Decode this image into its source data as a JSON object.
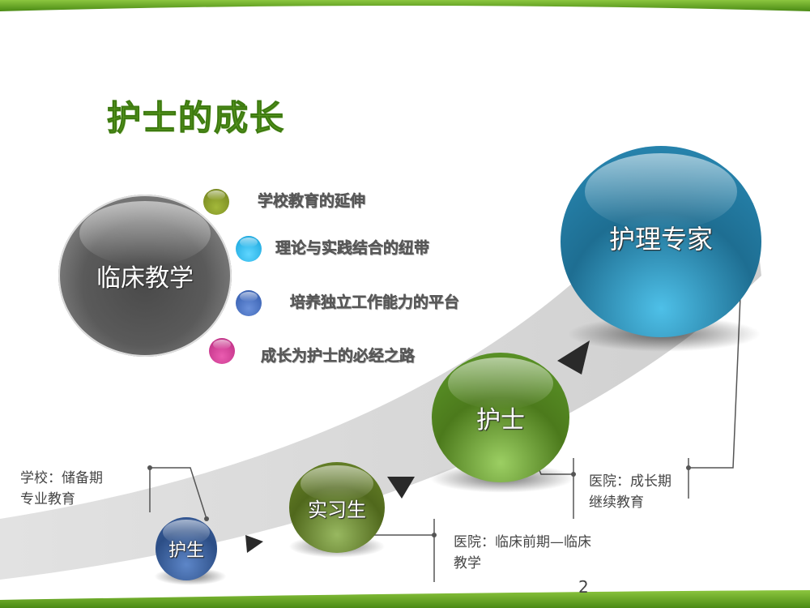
{
  "slide": {
    "title": "护士的成长",
    "page_number": "2",
    "theme_color": "#6ab023"
  },
  "clinical_teaching": {
    "label": "临床教学",
    "color": "#555555",
    "points": [
      {
        "text": "学校教育的延伸",
        "bullet_color": "#8a9a2a"
      },
      {
        "text": "理论与实践结合的纽带",
        "bullet_color": "#1fb6e8"
      },
      {
        "text": "培养独立工作能力的平台",
        "bullet_color": "#3a66b8"
      },
      {
        "text": "成长为护士的必经之路",
        "bullet_color": "#c8338a"
      }
    ]
  },
  "stages": [
    {
      "label": "护生",
      "color": "#3b5f9c"
    },
    {
      "label": "实习生",
      "color": "#6e8a2c"
    },
    {
      "label": "护士",
      "color": "#5e9a2a"
    },
    {
      "label": "护理专家",
      "color": "#2a8cb8"
    }
  ],
  "notes": [
    {
      "lines": [
        "学校：储备期",
        "专业教育"
      ]
    },
    {
      "lines": [
        "医院：临床前期—临床",
        "教学"
      ]
    },
    {
      "lines": [
        "医院：成长期",
        "继续教育"
      ]
    }
  ]
}
